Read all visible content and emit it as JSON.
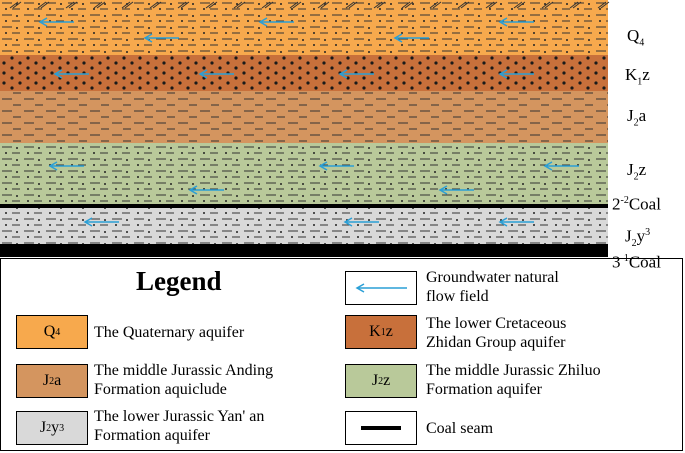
{
  "colors": {
    "q4": "#f7a94d",
    "k1z": "#c8703b",
    "j2a": "#d4955f",
    "j2z": "#b9c99a",
    "j2y3": "#d9d9d9",
    "coal": "#000000",
    "arrow": "#2a9fd6"
  },
  "layers": [
    {
      "key": "q4",
      "label_main": "Q",
      "label_sub": "4",
      "label_end": ""
    },
    {
      "key": "k1z",
      "label_main": "K",
      "label_sub": "1",
      "label_end": "z"
    },
    {
      "key": "j2a",
      "label_main": "J",
      "label_sub": "2",
      "label_end": "a"
    },
    {
      "key": "j2z",
      "label_main": "J",
      "label_sub": "2",
      "label_end": "z"
    },
    {
      "key": "coal22",
      "label_main": "2",
      "label_sup": "-2",
      "label_end": "Coal"
    },
    {
      "key": "j2y3",
      "label_main": "J",
      "label_sub": "2",
      "label_end": "y",
      "label_sup2": "3"
    },
    {
      "key": "coal31",
      "label_main": "3",
      "label_sup": "-1",
      "label_end": "Coal"
    }
  ],
  "legend": {
    "title": "Legend",
    "items": [
      {
        "key": "q4",
        "swatch_main": "Q",
        "swatch_sub": "4",
        "swatch_end": "",
        "text": "The Quaternary aquifer"
      },
      {
        "key": "k1z",
        "swatch_main": "K",
        "swatch_sub": "1",
        "swatch_end": "z",
        "text": "The lower Cretaceous\nZhidan Group aquifer"
      },
      {
        "key": "j2a",
        "swatch_main": "J",
        "swatch_sub": "2",
        "swatch_end": "a",
        "text": "The middle Jurassic Anding\nFormation aquiclude"
      },
      {
        "key": "j2z",
        "swatch_main": "J",
        "swatch_sub": "2",
        "swatch_end": "z",
        "text": "The middle Jurassic Zhiluo\nFormation  aquifer"
      },
      {
        "key": "j2y3",
        "swatch_main": "J",
        "swatch_sub": "2",
        "swatch_end": "y",
        "swatch_sup": "3",
        "text": "The lower Jurassic Yan' an\nFormation aquifer"
      },
      {
        "key": "flow",
        "text": "Groundwater natural\nflow field"
      },
      {
        "key": "coal",
        "text": "Coal seam"
      }
    ]
  }
}
